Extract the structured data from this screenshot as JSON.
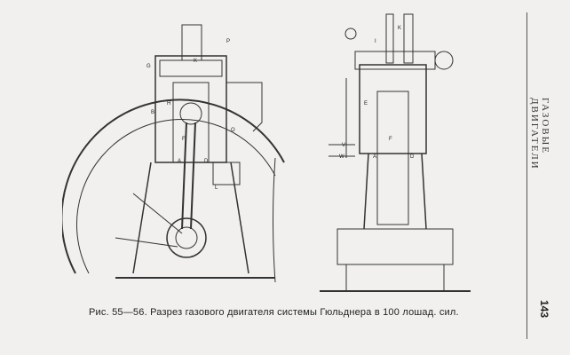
{
  "caption": "Рис. 55—56. Разрез газового двигателя системы Гюльднера в 100 лошад. сил.",
  "running_head": "ГАЗОВЫЕ ДВИГАТЕЛИ",
  "page_number": "143",
  "figure": {
    "left_labels": [
      "G",
      "B",
      "H",
      "F",
      "A",
      "D",
      "K",
      "P",
      "O",
      "L"
    ],
    "right_labels": [
      "I",
      "K",
      "E",
      "F",
      "V",
      "W",
      "A",
      "D"
    ]
  }
}
